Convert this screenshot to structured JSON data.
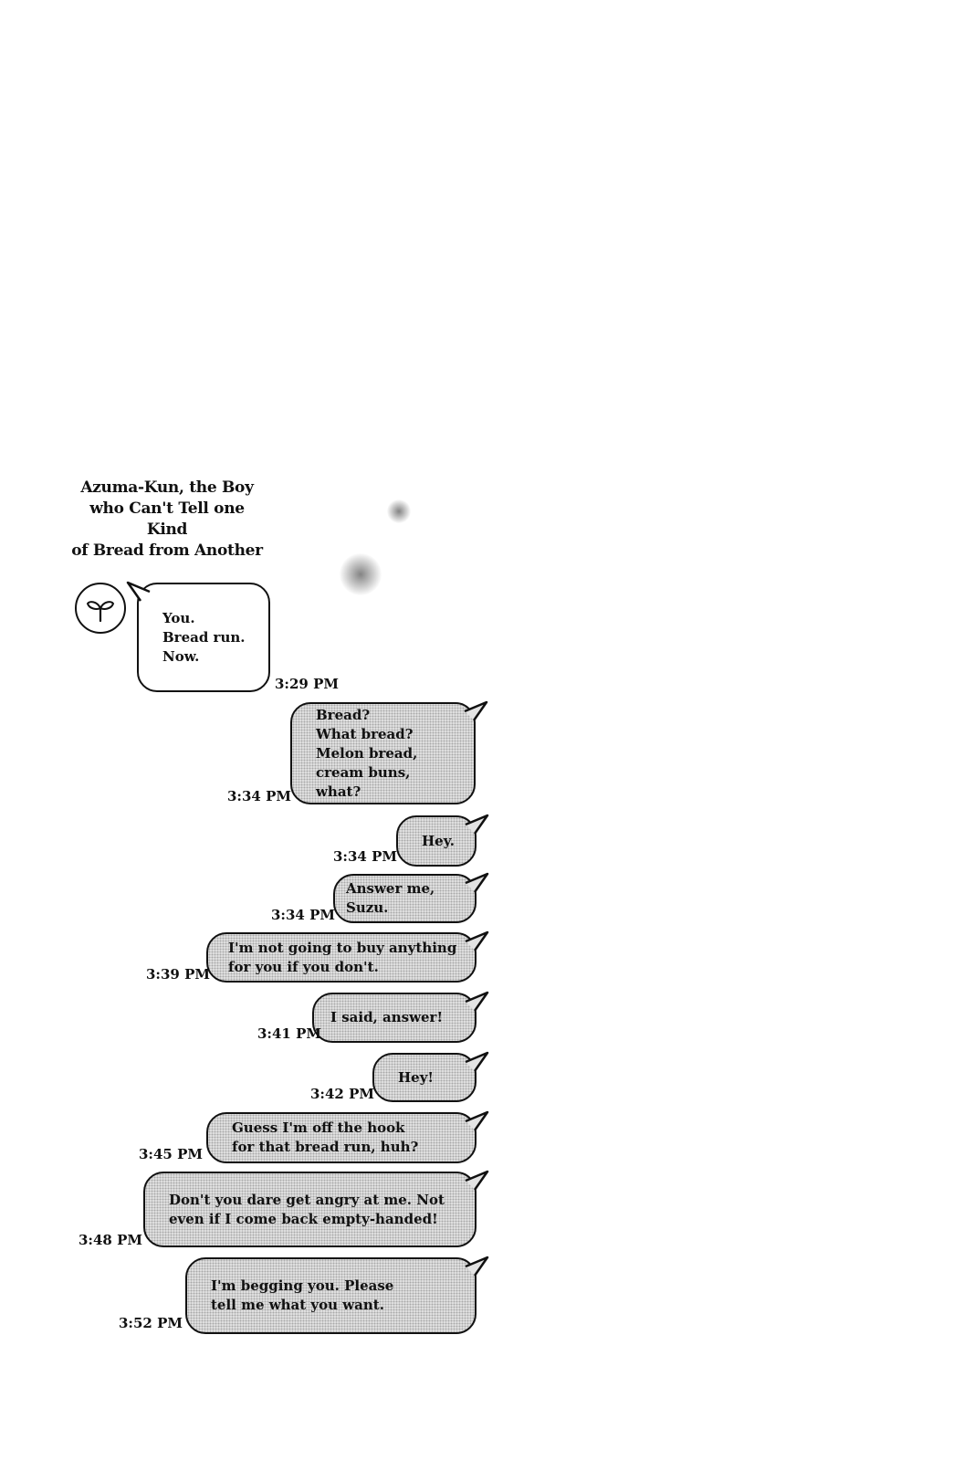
{
  "title_lines": [
    "Azuma-Kun, the Boy",
    "who Can't Tell one Kind",
    "of Bread from Another"
  ],
  "avatar_icon": "sprout-icon",
  "messages": [
    {
      "text": "You.\nBread run.\nNow.",
      "time": "3:29 PM",
      "side": "in"
    },
    {
      "text": "Bread?\nWhat bread?\nMelon bread,\ncream buns, what?",
      "time": "3:34 PM",
      "side": "out"
    },
    {
      "text": "Hey.",
      "time": "3:34 PM",
      "side": "out"
    },
    {
      "text": "Answer me, Suzu.",
      "time": "3:34 PM",
      "side": "out"
    },
    {
      "text": "I'm not going to buy anything\nfor you if you don't.",
      "time": "3:39 PM",
      "side": "out"
    },
    {
      "text": "I said, answer!",
      "time": "3:41 PM",
      "side": "out"
    },
    {
      "text": "Hey!",
      "time": "3:42 PM",
      "side": "out"
    },
    {
      "text": "Guess I'm off the hook\nfor that bread run, huh?",
      "time": "3:45 PM",
      "side": "out"
    },
    {
      "text": "Don't you dare get angry at me. Not\neven if I come back empty-handed!",
      "time": "3:48 PM",
      "side": "out"
    },
    {
      "text": "I'm begging you. Please\ntell me what you want.",
      "time": "3:52 PM",
      "side": "out"
    }
  ]
}
